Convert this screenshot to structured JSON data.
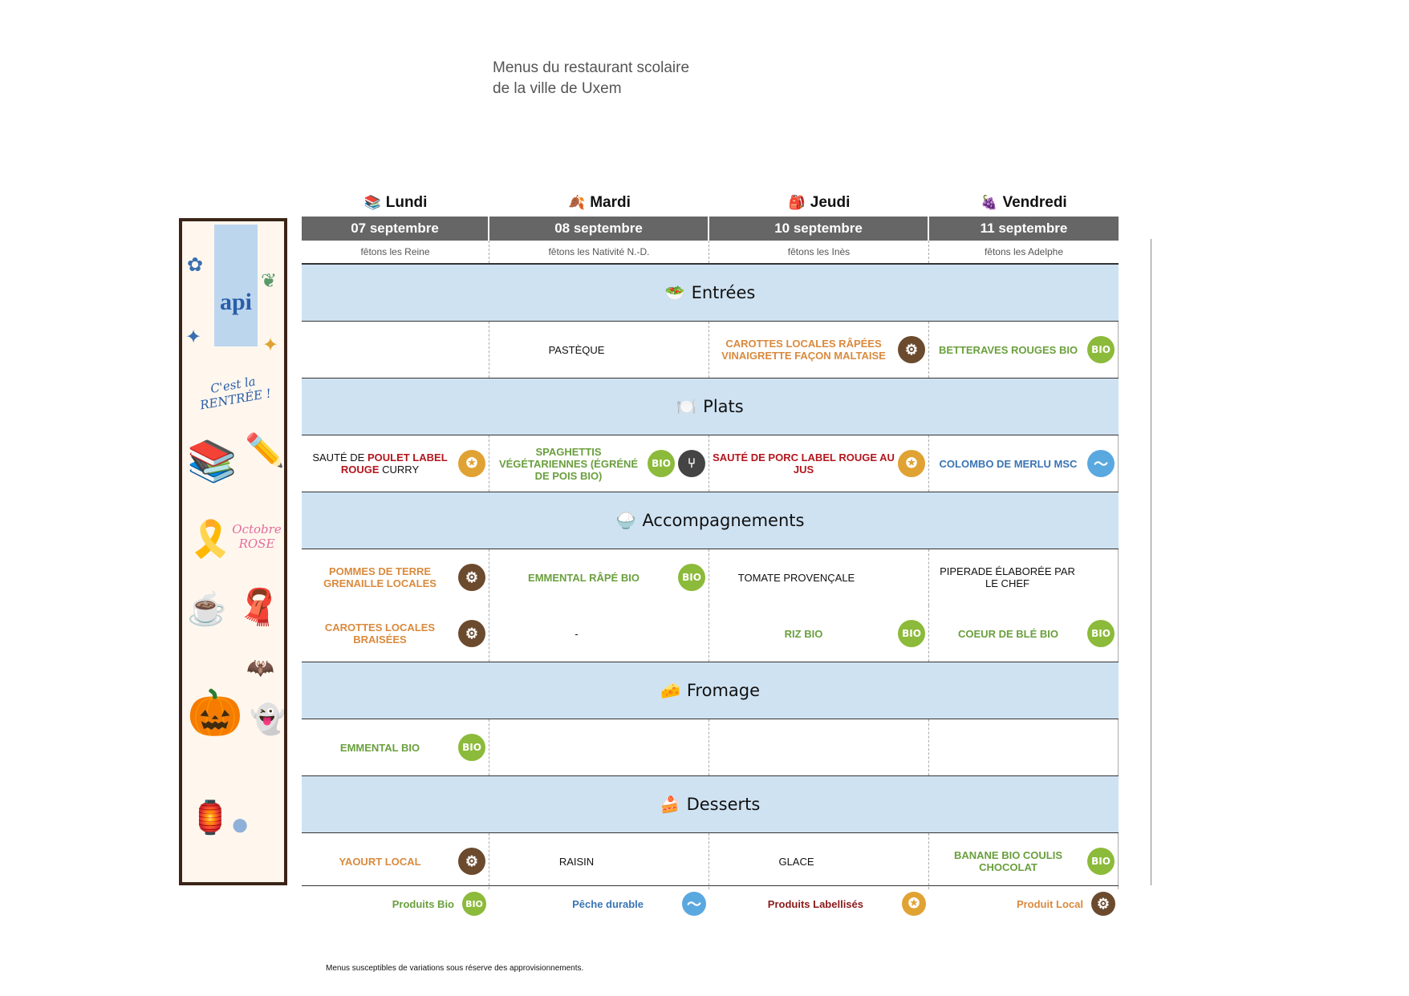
{
  "title": {
    "line1": "Menus du restaurant scolaire",
    "line2": "de la ville de Uxem"
  },
  "banner": {
    "logo": "api",
    "text1": "C'est la RENTRÉE !",
    "text2": "Octobre ROSE"
  },
  "days": [
    {
      "emoji": "📚",
      "name": "Lundi",
      "date": "07 septembre",
      "saint": "fêtons les Reine"
    },
    {
      "emoji": "🍂",
      "name": "Mardi",
      "date": "08 septembre",
      "saint": "fêtons les Nativité N.-D."
    },
    {
      "emoji": "🎒",
      "name": "Jeudi",
      "date": "10 septembre",
      "saint": "fêtons les Inès"
    },
    {
      "emoji": "🍇",
      "name": "Vendredi",
      "date": "11 septembre",
      "saint": "fêtons les Adelphe"
    }
  ],
  "sections": {
    "entrees": {
      "emoji": "🥗",
      "label": "Entrées"
    },
    "plats": {
      "emoji": "🍽️",
      "label": "Plats"
    },
    "accomp": {
      "emoji": "🍚",
      "label": "Accompagnements"
    },
    "fromage": {
      "emoji": "🧀",
      "label": "Fromage"
    },
    "desserts": {
      "emoji": "🍰",
      "label": "Desserts"
    }
  },
  "entrees": {
    "mardi": "PASTÈQUE",
    "jeudi": "CAROTTES LOCALES RÂPÉES VINAIGRETTE FAÇON MALTAISE",
    "vendredi": "BETTERAVES ROUGES BIO"
  },
  "plats": {
    "lundi_a": "SAUTÉ DE ",
    "lundi_b": "POULET LABEL ROUGE",
    "lundi_c": " CURRY",
    "mardi": "SPAGHETTIS VÉGÉTARIENNES (ÉGRÉNÉ DE POIS BIO)",
    "jeudi": "SAUTÉ DE PORC LABEL ROUGE AU JUS",
    "vendredi": "COLOMBO DE MERLU MSC"
  },
  "accomp": {
    "lundi1": "POMMES DE TERRE GRENAILLE LOCALES",
    "lundi2": "CAROTTES LOCALES BRAISÉES",
    "mardi1": "EMMENTAL RÂPÉ BIO",
    "mardi2": "-",
    "jeudi1": "TOMATE PROVENÇALE",
    "jeudi2": "RIZ BIO",
    "vendredi1": "PIPERADE ÉLABORÉE PAR LE CHEF",
    "vendredi2": "COEUR DE BLÉ BIO"
  },
  "fromage": {
    "lundi": "EMMENTAL BIO"
  },
  "desserts": {
    "lundi": "YAOURT LOCAL",
    "mardi": "RAISIN",
    "jeudi": "GLACE",
    "vendredi": "BANANE BIO COULIS CHOCOLAT"
  },
  "badges": {
    "bio": "BIO"
  },
  "legend": {
    "bio": "Produits Bio",
    "peche": "Pêche durable",
    "label": "Produits Labellisés",
    "local": "Produit Local"
  },
  "footnote": "Menus susceptibles de variations sous réserve des approvisionnements.",
  "colors": {
    "bio": "#6a9f3d",
    "local": "#d98a3d",
    "label": "#b3161d",
    "peche": "#3a74b5",
    "section_bg": "#cfe2f2",
    "date_bg": "#666666"
  }
}
